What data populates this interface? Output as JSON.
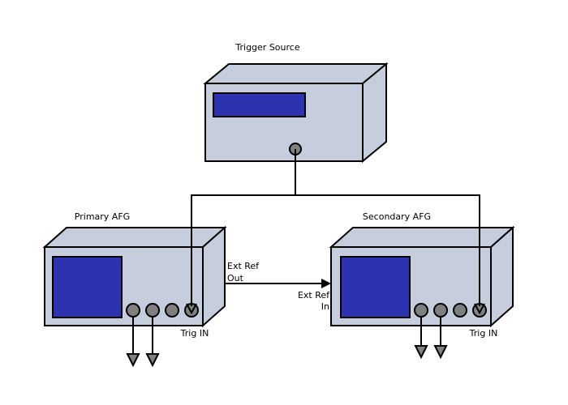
{
  "colors": {
    "background": "#ffffff",
    "device_fill": "#c6cede",
    "screen_fill": "#2d32ae",
    "connector_fill": "#808080",
    "outline": "#000000"
  },
  "devices": {
    "trigger_source": {
      "label": "Trigger Source"
    },
    "primary_afg": {
      "label": "Primary AFG",
      "trig_in_label": "Trig IN"
    },
    "secondary_afg": {
      "label": "Secondary AFG",
      "trig_in_label": "Trig IN"
    }
  },
  "connections": {
    "ext_ref_out": {
      "line1": "Ext Ref",
      "line2": "Out"
    },
    "ext_ref_in": {
      "line1": "Ext Ref",
      "line2": "In"
    }
  }
}
